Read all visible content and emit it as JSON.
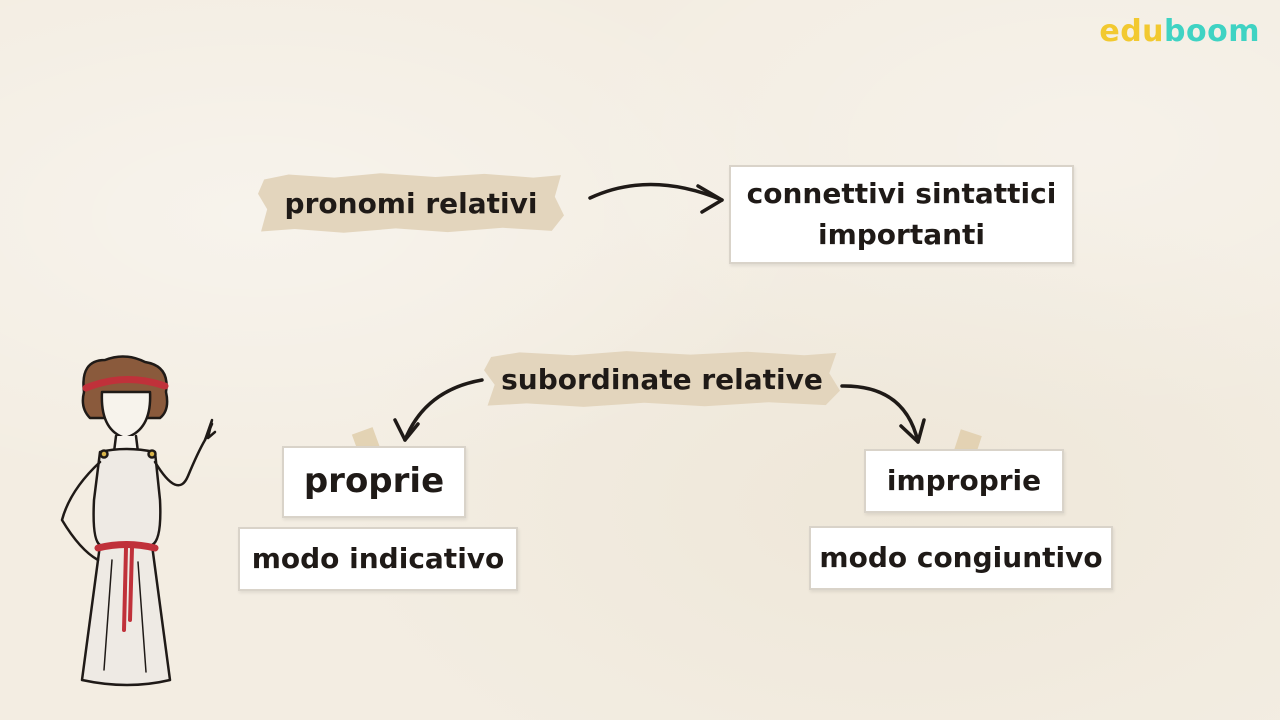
{
  "logo": {
    "part1": "edu",
    "part2": "boom",
    "color1": "#f2c930",
    "color2": "#3fd3c3"
  },
  "nodes": {
    "pronomi": "pronomi relativi",
    "connettivi_line1": "connettivi sintattici",
    "connettivi_line2": "importanti",
    "subordinate": "subordinate relative",
    "proprie": "proprie",
    "improprie": "improprie",
    "modo_indicativo": "modo indicativo",
    "modo_congiuntivo": "modo congiuntivo"
  },
  "colors": {
    "background": "#f3ede2",
    "paper_label": "#e3d5bd",
    "card": "#ffffff",
    "arrow": "#1f1a17",
    "headband": "#c0313a"
  },
  "illustration": "ancient-roman-woman-figure"
}
